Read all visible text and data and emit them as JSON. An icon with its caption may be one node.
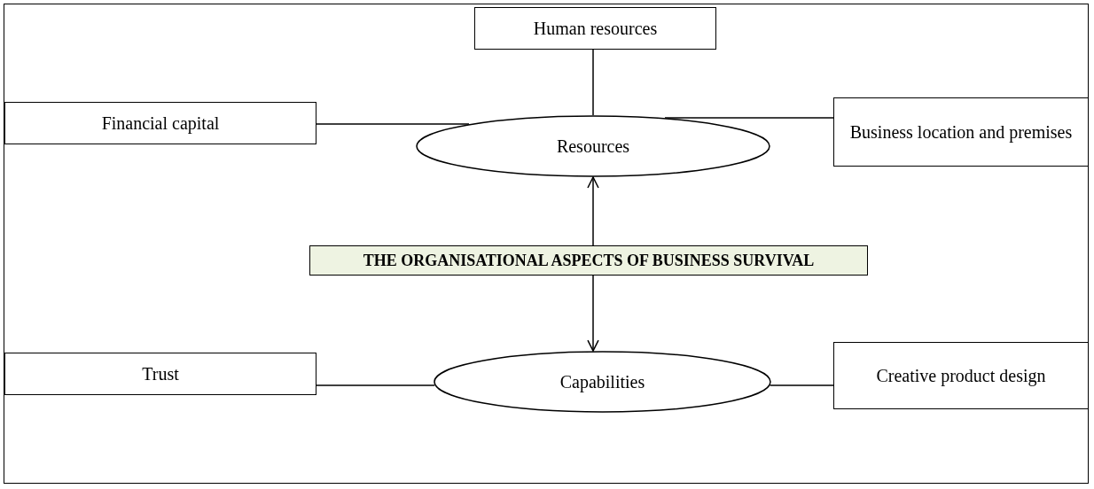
{
  "diagram": {
    "nodes": [
      {
        "text": [
          "Human resources"
        ]
      },
      {
        "text": [
          "Financial capital"
        ]
      },
      {
        "text": [
          "Resources"
        ]
      },
      {
        "text": [
          "Business location and premises"
        ]
      },
      {
        "text": [
          "THE ORGANISATIONAL ASPECTS OF BUSINESS SURVIVAL"
        ]
      },
      {
        "text": [
          "Trust"
        ]
      },
      {
        "text": [
          "Capabilities"
        ]
      },
      {
        "text": [
          "Creative product design"
        ]
      }
    ],
    "edges": [
      {
        "from": 0,
        "to": 2,
        "arrow": "none"
      },
      {
        "from": 1,
        "to": 2,
        "arrow": "none"
      },
      {
        "from": 2,
        "to": 3,
        "arrow": "none"
      },
      {
        "from": 4,
        "to": 2,
        "arrow": "to"
      },
      {
        "from": 4,
        "to": 6,
        "arrow": "to"
      },
      {
        "from": 5,
        "to": 6,
        "arrow": "none"
      },
      {
        "from": 6,
        "to": 7,
        "arrow": "none"
      }
    ]
  }
}
